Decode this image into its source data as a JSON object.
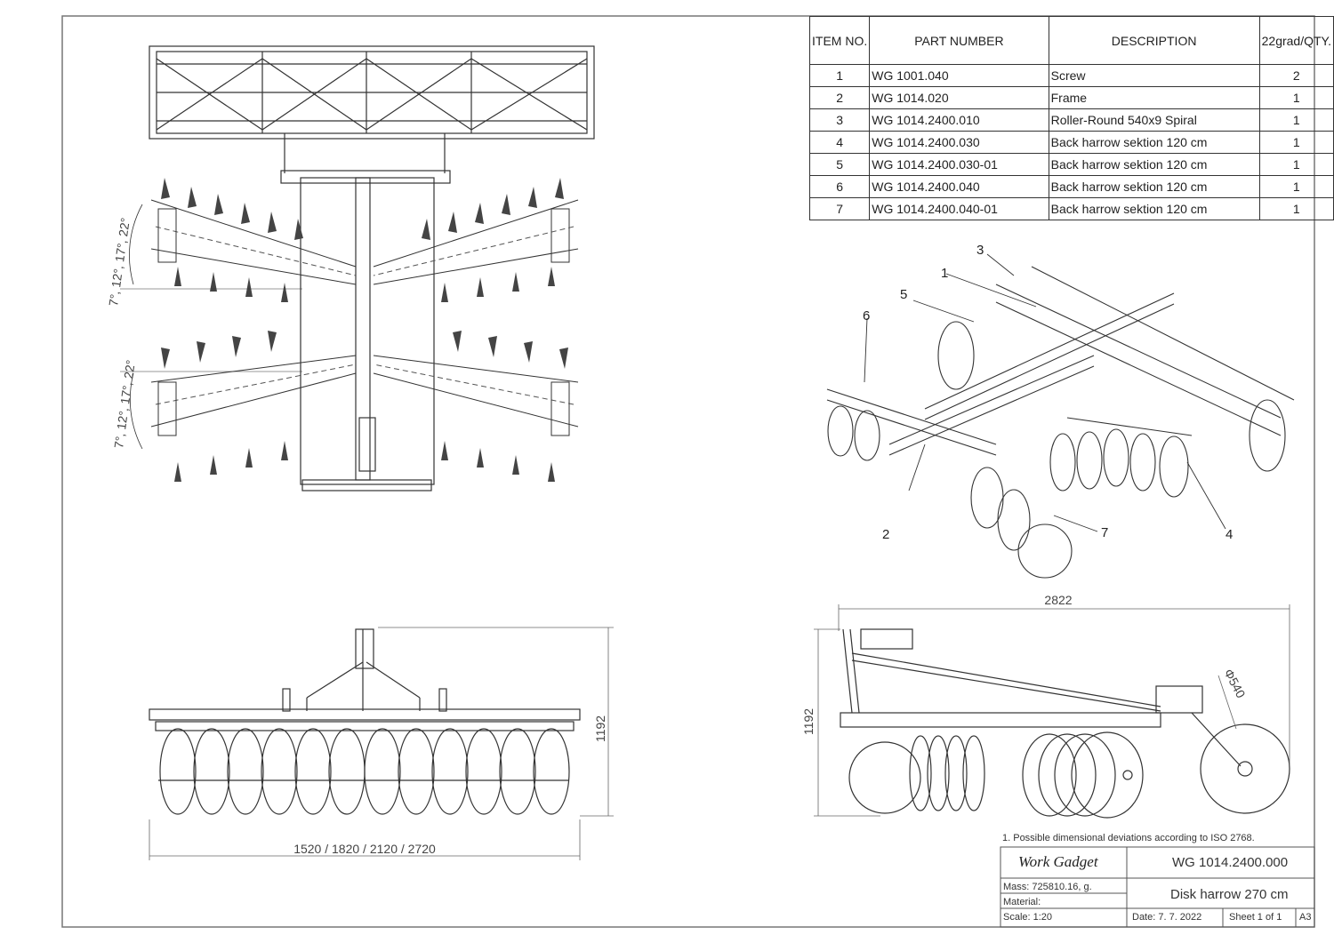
{
  "bom": {
    "headers": [
      "ITEM NO.",
      "PART NUMBER",
      "DESCRIPTION",
      "22grad/QTY."
    ],
    "rows": [
      {
        "item": "1",
        "part": "WG 1001.040",
        "desc": "Screw",
        "qty": "2"
      },
      {
        "item": "2",
        "part": "WG 1014.020",
        "desc": "Frame",
        "qty": "1"
      },
      {
        "item": "3",
        "part": "WG 1014.2400.010",
        "desc": "Roller-Round 540x9 Spiral",
        "qty": "1"
      },
      {
        "item": "4",
        "part": "WG 1014.2400.030",
        "desc": "Back harrow sektion 120 cm",
        "qty": "1"
      },
      {
        "item": "5",
        "part": "WG 1014.2400.030-01",
        "desc": "Back harrow sektion 120 cm",
        "qty": "1"
      },
      {
        "item": "6",
        "part": "WG 1014.2400.040",
        "desc": "Back harrow sektion 120 cm",
        "qty": "1"
      },
      {
        "item": "7",
        "part": "WG 1014.2400.040-01",
        "desc": "Back harrow sektion 120 cm",
        "qty": "1"
      }
    ]
  },
  "top_view": {
    "angle_label_upper": "7°, 12°, 17°, 22°",
    "angle_label_lower": "7°, 12°, 17°, 22°"
  },
  "front_view": {
    "width_dim": "1520 / 1820 / 2120 / 2720",
    "height_dim": "1192"
  },
  "side_view": {
    "length_dim": "2822",
    "height_dim": "1192",
    "roller_dim": "Φ540"
  },
  "balloons": [
    "1",
    "2",
    "3",
    "4",
    "5",
    "6",
    "7"
  ],
  "title_block": {
    "note": "1. Possible dimensional deviations according to ISO 2768.",
    "company": "Work Gadget",
    "drawing_no": "WG 1014.2400.000",
    "mass": "Mass: 725810.16, g.",
    "material": "Material:",
    "title": "Disk harrow 270 cm",
    "scale": "Scale: 1:20",
    "date": "Date: 7. 7. 2022",
    "sheet": "Sheet 1 of 1",
    "size": "A3"
  }
}
